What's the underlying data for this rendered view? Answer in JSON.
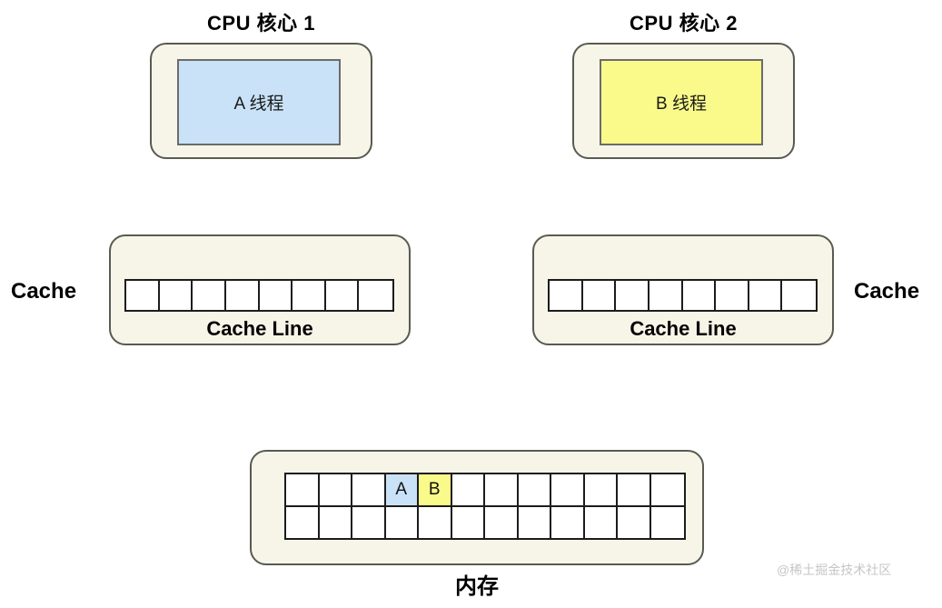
{
  "diagram": {
    "background": "#ffffff",
    "panel_fill": "#f7f5e8",
    "panel_border": "#595a52",
    "thread_a_color": "#c9e2f8",
    "thread_b_color": "#fafa8a",
    "cell_border": "#1c1c1c"
  },
  "cores": [
    {
      "title": "CPU 核心 1",
      "thread_label": "A 线程",
      "thread_color": "#c9e2f8"
    },
    {
      "title": "CPU 核心 2",
      "thread_label": "B 线程",
      "thread_color": "#fafa8a"
    }
  ],
  "caches": [
    {
      "side_label": "Cache",
      "line_caption": "Cache Line",
      "cell_count": 8
    },
    {
      "side_label": "Cache",
      "line_caption": "Cache Line",
      "cell_count": 8
    }
  ],
  "memory": {
    "caption": "内存",
    "columns": 12,
    "rows": 2,
    "cells": [
      [
        "",
        "",
        "",
        "A",
        "B",
        "",
        "",
        "",
        "",
        "",
        "",
        ""
      ],
      [
        "",
        "",
        "",
        "",
        "",
        "",
        "",
        "",
        "",
        "",
        "",
        ""
      ]
    ],
    "highlights": {
      "A": {
        "row": 0,
        "col": 3,
        "color": "#c9e2f8"
      },
      "B": {
        "row": 0,
        "col": 4,
        "color": "#fafa8a"
      }
    }
  },
  "watermark": {
    "text": "@稀土掘金技术社区"
  }
}
